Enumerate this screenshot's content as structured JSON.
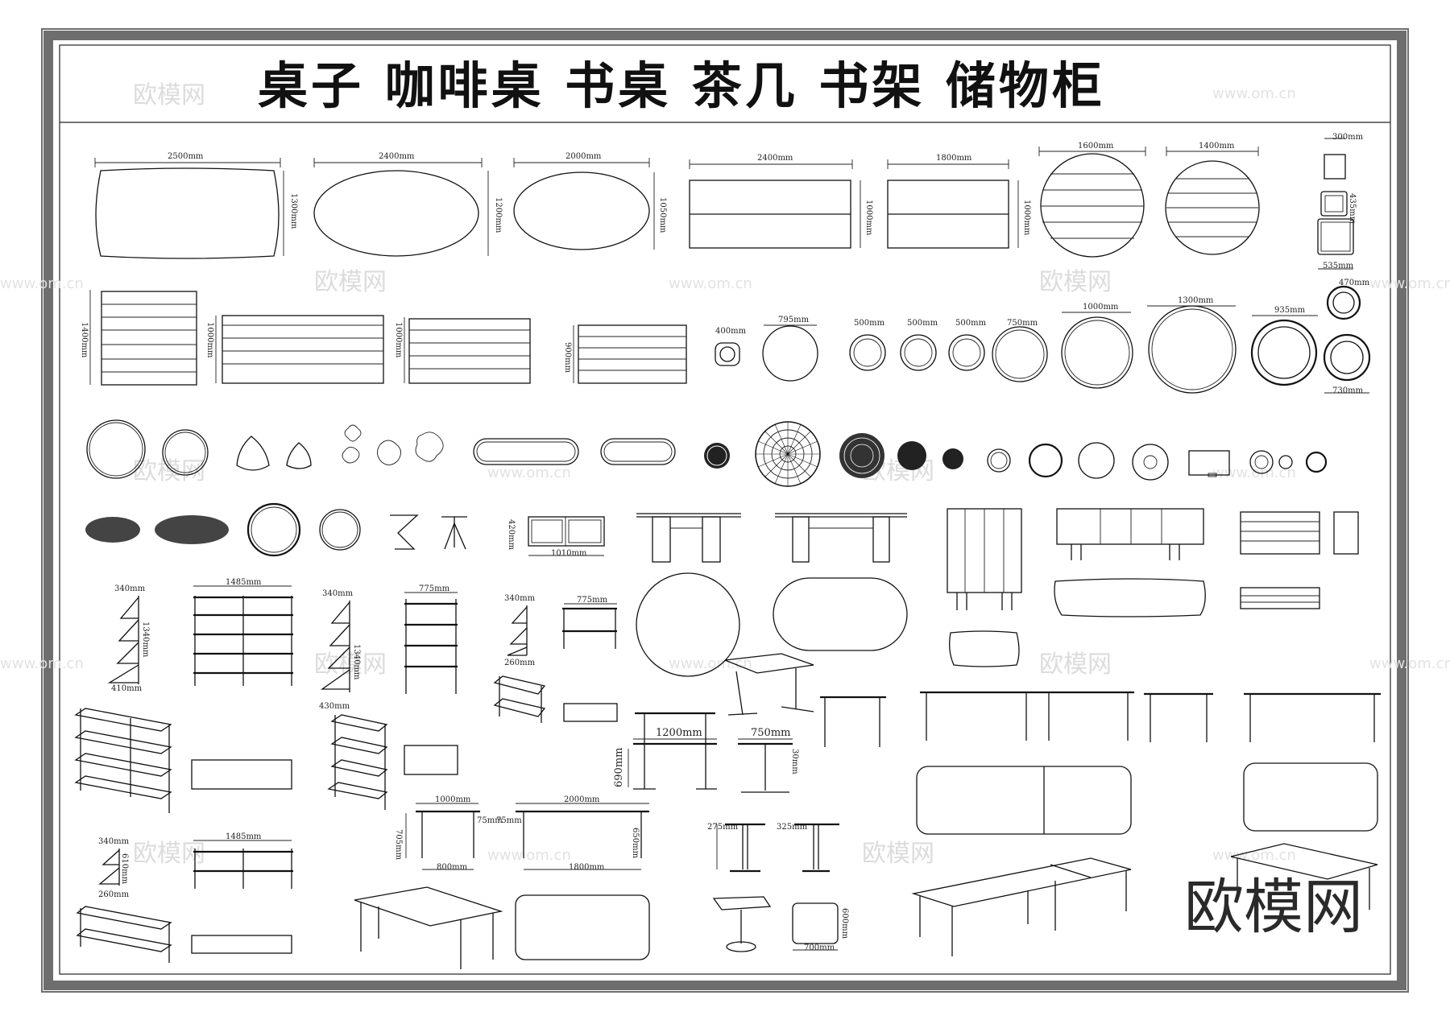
{
  "title": "桌子 咖啡桌 书桌 茶几 书架  储物柜",
  "watermark": {
    "text": "欧模网",
    "url": "www.om.cn",
    "corner_logo": "欧模网"
  },
  "dimensions": {
    "d2500": "2500mm",
    "d1300": "1300mm",
    "d2400": "2400mm",
    "d1200": "1200mm",
    "d2000": "2000mm",
    "d1050": "1050mm",
    "d2400b": "2400mm",
    "d1000a": "1000mm",
    "d1800": "1800mm",
    "d1000b": "1000mm",
    "d1600": "1600mm",
    "d1400": "1400mm",
    "d300": "300mm",
    "d435": "435mm",
    "d535": "535mm",
    "d1400b": "1400mm",
    "d1000c": "1000mm",
    "d1000d": "1000mm",
    "d900": "900mm",
    "d400": "400mm",
    "d795": "795mm",
    "d500a": "500mm",
    "d500b": "500mm",
    "d500c": "500mm",
    "d750": "750mm",
    "d1000e": "1000mm",
    "d1300b": "1300mm",
    "d935": "935mm",
    "d470": "470mm",
    "d730": "730mm",
    "d420": "420mm",
    "d1010": "1010mm",
    "d340a": "340mm",
    "d1485a": "1485mm",
    "d1340a": "1340mm",
    "d410": "410mm",
    "d340b": "340mm",
    "d1340b": "1340mm",
    "d430": "430mm",
    "d775a": "775mm",
    "d340c": "340mm",
    "d775b": "775mm",
    "d260a": "260mm",
    "d1200b": "1200mm",
    "d750b": "750mm",
    "d690": "690mm",
    "d30": "30mm",
    "d1000f": "1000mm",
    "d2000b": "2000mm",
    "d705": "705mm",
    "d75a": "75mm",
    "d75b": "75mm",
    "d650": "650mm",
    "d800": "800mm",
    "d1800b": "1800mm",
    "d340d": "340mm",
    "d610": "610mm",
    "d260b": "260mm",
    "d1485b": "1485mm",
    "d275": "275mm",
    "d325": "325mm",
    "d700": "700mm",
    "d600": "600mm"
  }
}
